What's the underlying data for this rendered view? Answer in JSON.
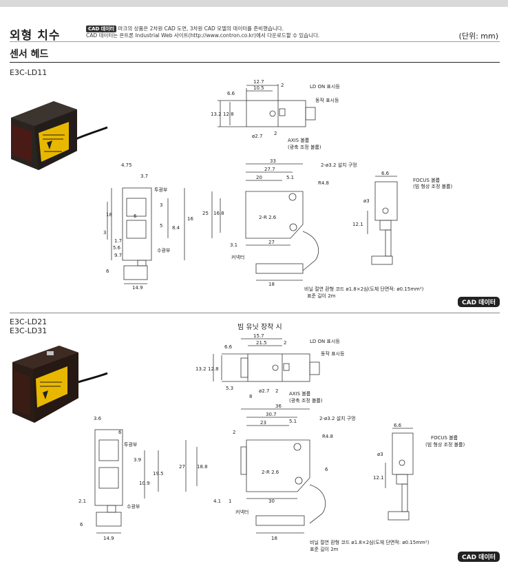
{
  "header": {
    "title": "외형 치수",
    "cad_badge": "CAD 데이터",
    "cad_line1": "마크의 상품은 2차원 CAD 도면, 3차원 CAD 모델의 데이터를 준비했습니다.",
    "cad_line2": "CAD 데이터는 온트론 Industrial Web 사이트(http://www.contron.co.kr)에서 다운로드할 수 있습니다.",
    "unit": "(단위: mm)"
  },
  "section": {
    "title": "센서 헤드"
  },
  "models": [
    {
      "names": [
        "E3C-LD11"
      ],
      "cad_button": "CAD 데이터"
    },
    {
      "names": [
        "E3C-LD21",
        "E3C-LD31"
      ],
      "cad_button": "CAD 데이터",
      "note": "빔 유닛 장착 시"
    }
  ],
  "drawing1": {
    "top": {
      "dims": [
        "12.7",
        "10.5",
        "2",
        "6.6",
        "13.2",
        "12.8",
        "2",
        "ø2.7"
      ],
      "labels": [
        "LD ON 표시등",
        "동작 표시등",
        "AXIS 볼륨",
        "(광축 조정 볼륨)"
      ]
    },
    "left": {
      "dims": [
        "4.75",
        "3.7",
        "18",
        "3",
        "5",
        "8.4",
        "16",
        "3",
        "6",
        "1.7",
        "5.6",
        "9.7",
        "6",
        "14.9"
      ],
      "labels": [
        "투광부",
        "수광부"
      ]
    },
    "front": {
      "dims": [
        "33",
        "27.7",
        "20",
        "5.1",
        "R4.8",
        "25",
        "16.8",
        "2-R 2.6",
        "3.1",
        "27",
        "18"
      ],
      "labels": [
        "2-ø3.2 설치 구멍",
        "커넥터",
        "비닐 절연 환형 코드 ø1.8×2심(도체 단면적: ø0.15mm²)",
        "표준 길이 2m"
      ]
    },
    "side": {
      "dims": [
        "6.6",
        "ø3",
        "12.1"
      ],
      "labels": [
        "FOCUS 볼륨",
        "(빔 형상 조정 볼륨)"
      ]
    }
  },
  "drawing2": {
    "top": {
      "dims": [
        "15.7",
        "21.5",
        "2",
        "6.6",
        "13.2",
        "12.8",
        "5.3",
        "ø2.7",
        "2",
        "8"
      ],
      "labels": [
        "LD ON 표시등",
        "동작 표시등",
        "AXIS 볼륨",
        "(광축 조정 볼륨)"
      ]
    },
    "left": {
      "dims": [
        "3.6",
        "6",
        "3.9",
        "19.5",
        "10.9",
        "2.1",
        "6",
        "14.9"
      ],
      "labels": [
        "투광부",
        "수광부"
      ]
    },
    "front": {
      "dims": [
        "36",
        "30.7",
        "23",
        "5.1",
        "2",
        "R4.8",
        "27",
        "18.8",
        "2-R 2.6",
        "6",
        "4.1",
        "1",
        "30",
        "18"
      ],
      "labels": [
        "2-ø3.2 설치 구멍",
        "커넥터",
        "비닐 절연 환형 코드 ø1.8×2심(도체 단면적: ø0.15mm²)",
        "표준 길이 2m"
      ]
    },
    "side": {
      "dims": [
        "6.6",
        "ø3",
        "12.1"
      ],
      "labels": [
        "FOCUS 볼륨",
        "(빔 형상 조정 볼륨)"
      ]
    }
  },
  "colors": {
    "rule_blue": "#9a9ab8",
    "sensor_yellow": "#e8b800",
    "sensor_body": "#2a2420"
  }
}
